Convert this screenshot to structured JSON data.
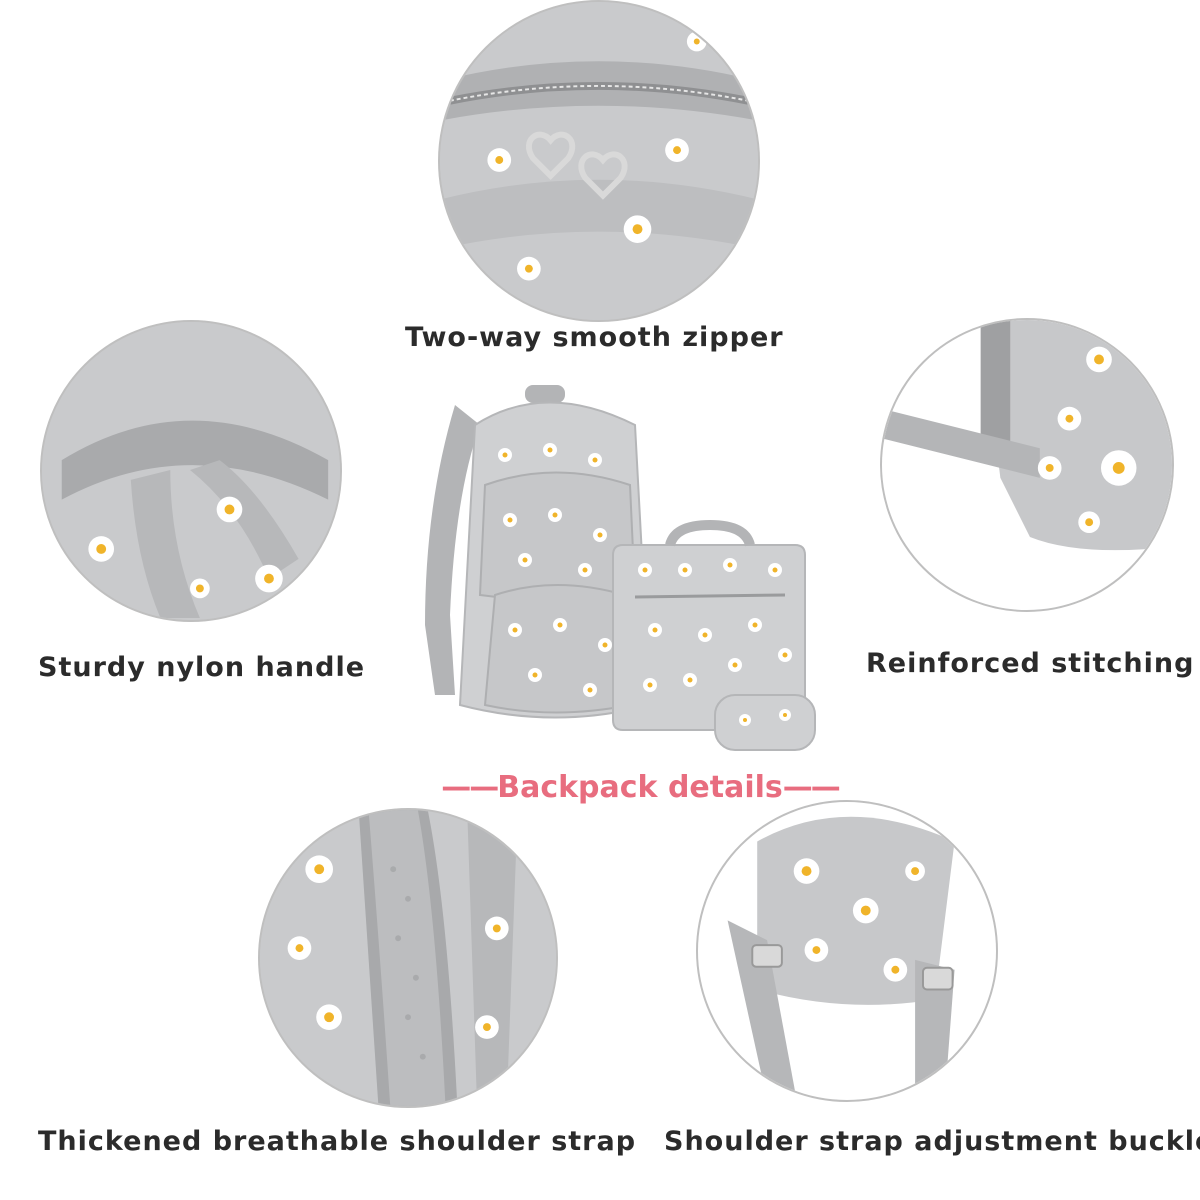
{
  "captions": {
    "zipper": "Two-way smooth zipper",
    "handle": "Sturdy nylon handle",
    "stitching": "Reinforced stitching",
    "strap": "Thickened breathable shoulder strap",
    "buckle": "Shoulder strap adjustment buckle"
  },
  "center": {
    "title": "Backpack details",
    "left_dashes": "——",
    "right_dashes": "——"
  },
  "colors": {
    "bag_gray": "#c7c8ca",
    "daisy_center": "#f0b42a",
    "title_pink": "#e86d7f",
    "caption_text": "#2b2b2b"
  }
}
